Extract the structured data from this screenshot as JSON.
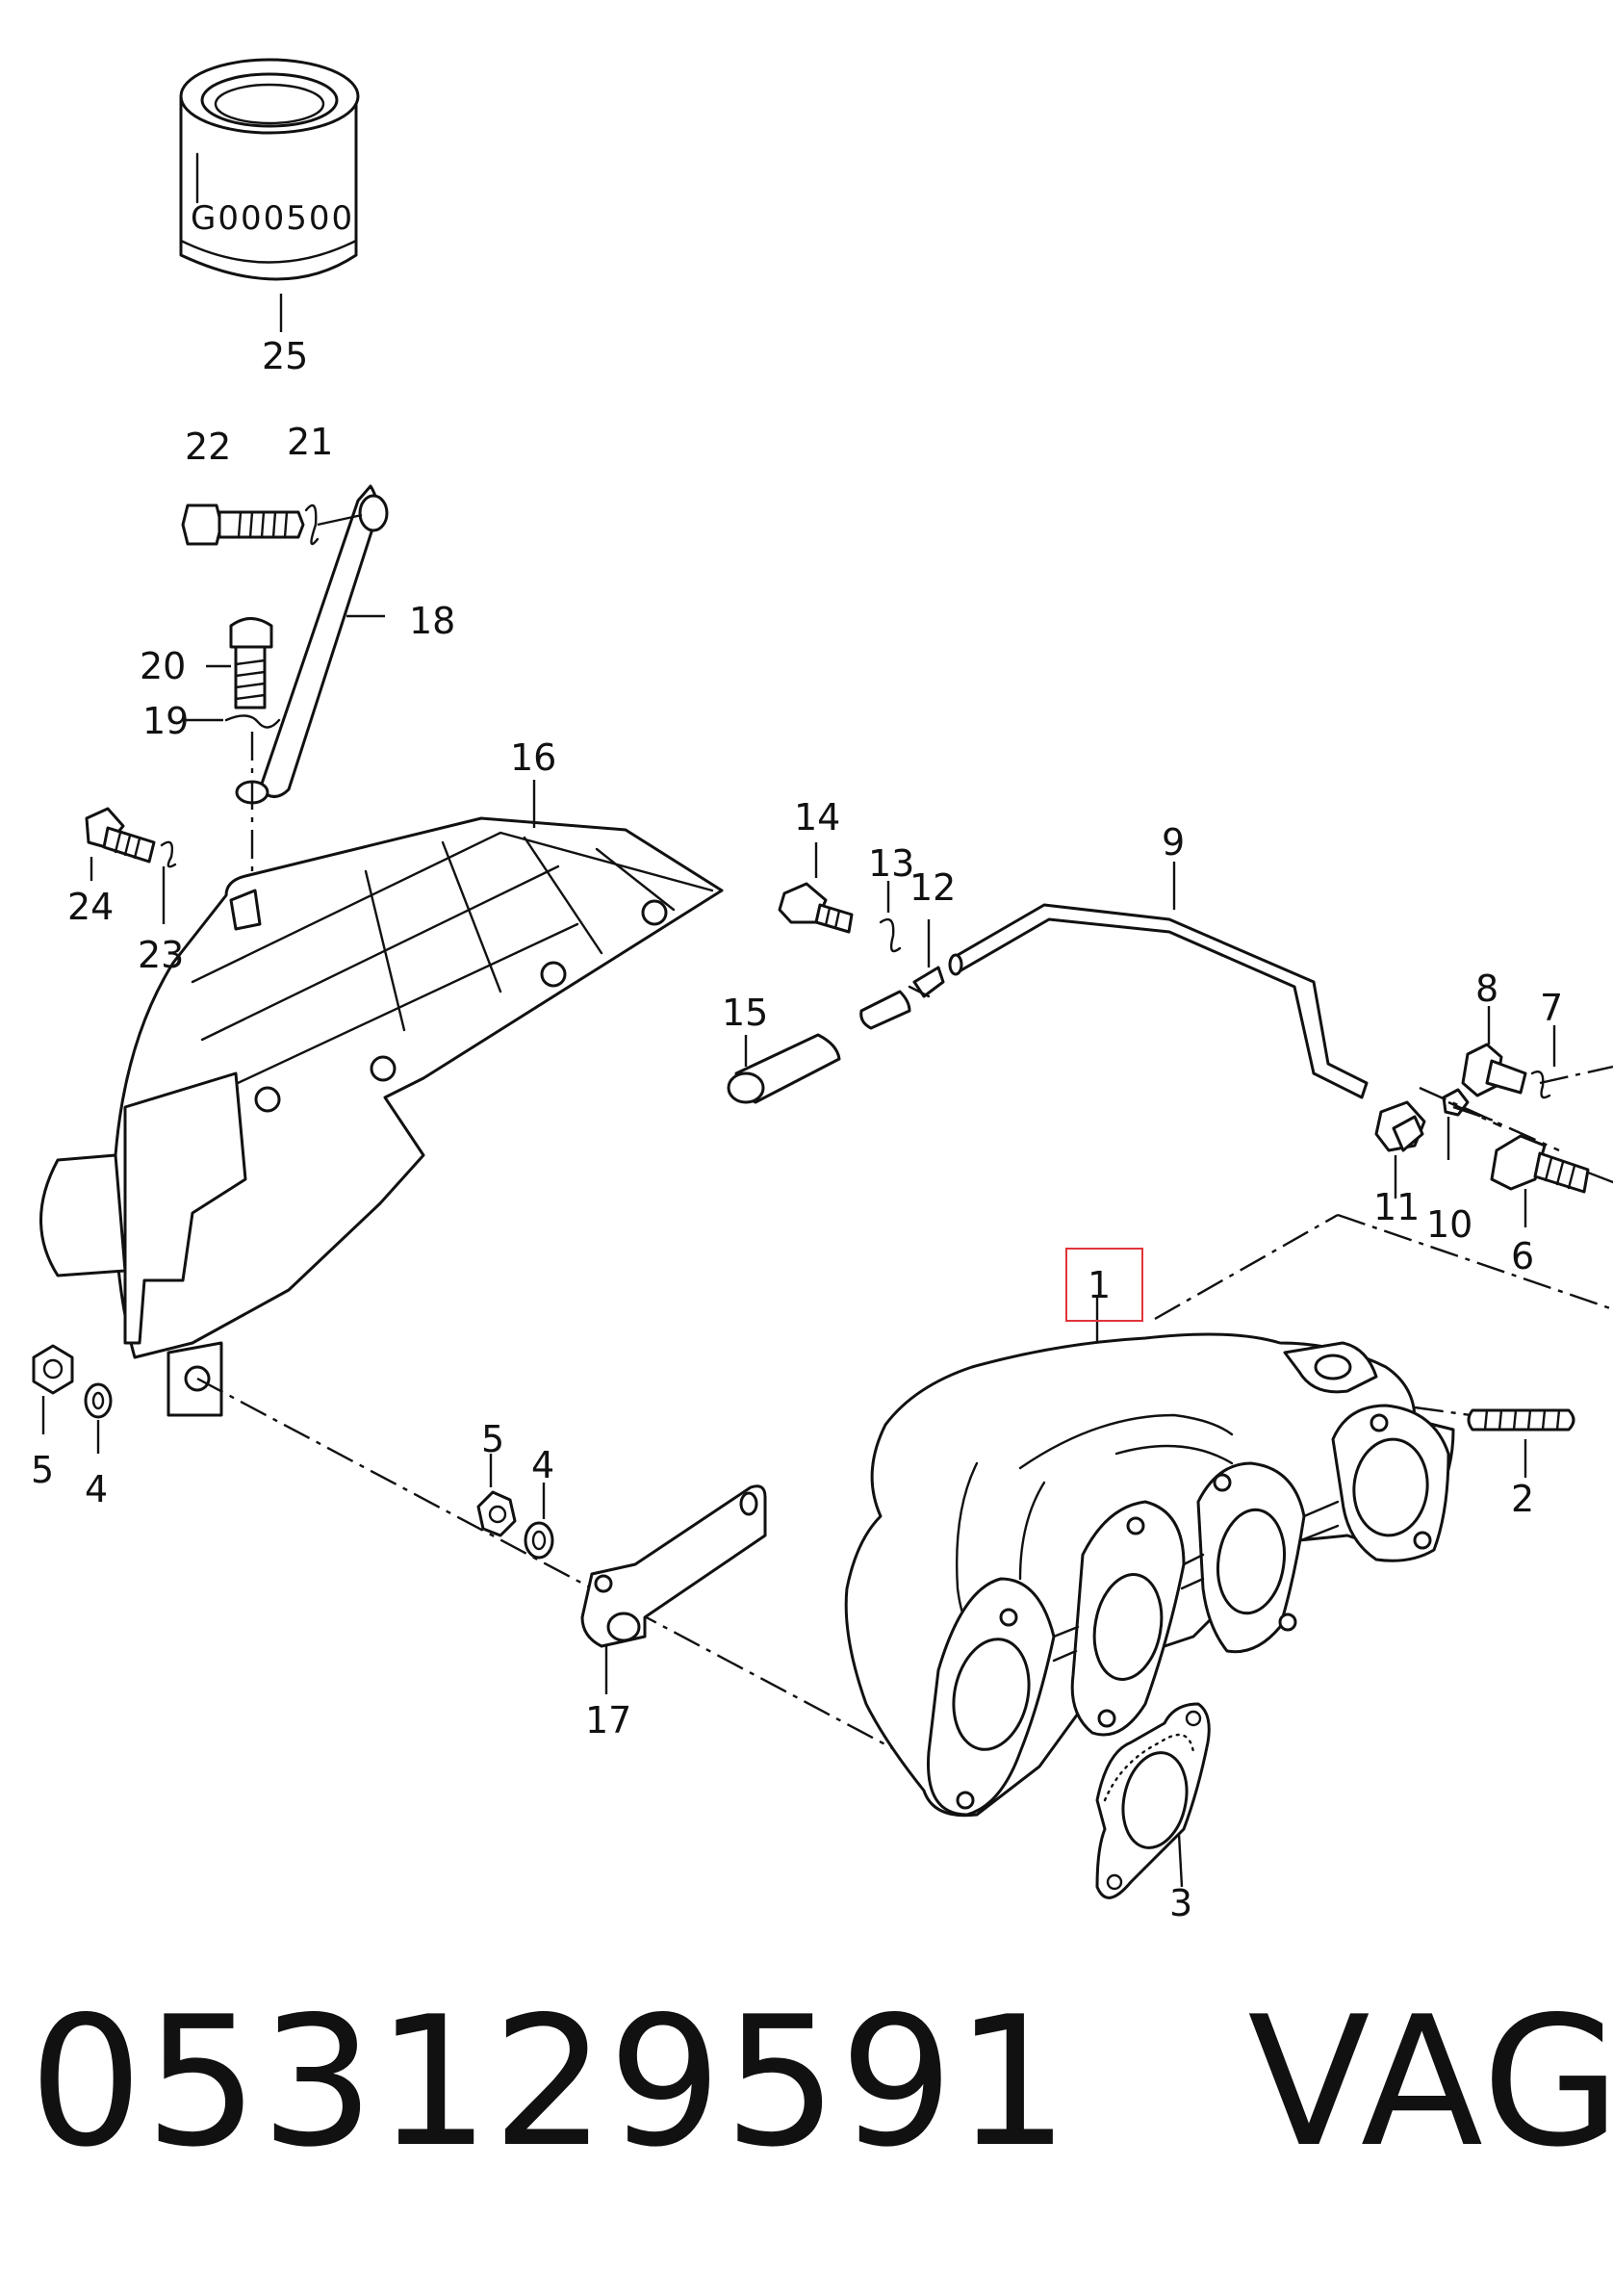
{
  "diagram": {
    "can_label": "G000500",
    "callouts": [
      "1",
      "2",
      "3",
      "4",
      "5",
      "6",
      "7",
      "8",
      "9",
      "10",
      "11",
      "12",
      "13",
      "14",
      "15",
      "16",
      "17",
      "18",
      "19",
      "20",
      "21",
      "22",
      "23",
      "24",
      "25"
    ],
    "callouts_repeat": {
      "five": "5",
      "four": "4"
    },
    "highlighted_callout": "1",
    "highlight_color": "#e0343a"
  },
  "footer": {
    "part_number": "053129591",
    "brand": "VAG"
  }
}
